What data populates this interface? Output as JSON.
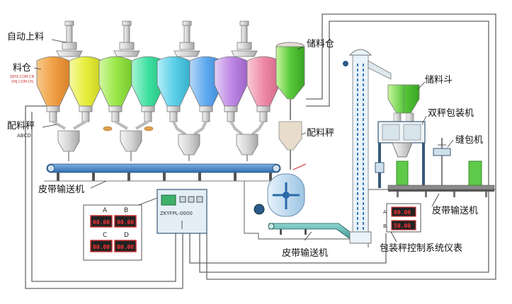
{
  "labels": {
    "auto_feed": "自动上料",
    "silo": "料仓",
    "silo_note_1": "ZJHX.COM.CN",
    "silo_note_2": "XHJ.COM.CN",
    "batching_scale": "配料秤",
    "batching_codes": "ABCD",
    "storage_silo": "储料仓",
    "batching_scale_right": "配料秤",
    "storage_hopper": "储料斗",
    "twin_scale_packer": "双秤包装机",
    "sewing_machine": "缝包机",
    "belt_conveyor_left": "皮带输送机",
    "belt_conveyor_mid": "皮带输送机",
    "belt_conveyor_right": "皮带输送机",
    "packing_scale_control": "包装秤控制系统仪表",
    "controller_model": "ZKYFPL-0000"
  },
  "panel_letters": [
    "A",
    "B",
    "C",
    "D"
  ],
  "panel_readouts": [
    "00.00",
    "00.00",
    "00.00",
    "00.00"
  ],
  "instrument_readouts": [
    "00.00",
    "50.00"
  ],
  "instrument_letters": [
    "A",
    "B"
  ],
  "colors": {
    "line": "#666666",
    "belt": "#2f6fae",
    "hopper_gray": "#d9d9d9",
    "silo_colors": [
      "#f0a046",
      "#e7ee3c",
      "#9be84a",
      "#3fe0a0",
      "#5fd0e8",
      "#5fa9f0",
      "#c08ae6",
      "#f08aa8"
    ]
  }
}
